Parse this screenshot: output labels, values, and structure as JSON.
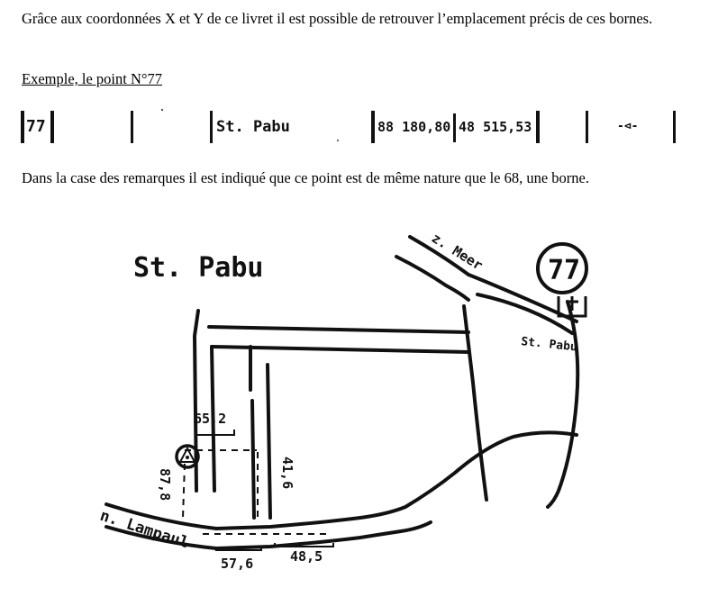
{
  "text": {
    "p1": "Grâce aux coordonnées X et Y de ce livret il est possible de retrouver l’emplacement précis de ces bornes.",
    "p2": "Exemple, le point N°77",
    "p3": "Dans la case des remarques il est indiqué que ce point est de même nature que le 68, une borne."
  },
  "record": {
    "point": "77",
    "place": "St. Pabu",
    "x": "88 180,80",
    "y": "48 515,53",
    "remark": "-⊲-"
  },
  "sketch": {
    "title": "St. Pabu",
    "point_number": "77",
    "road_top": "z. Meer",
    "road_left": "n. Lampaul",
    "sign": "St. Pabu",
    "dims": {
      "top": "65,2",
      "left": "87,8",
      "right": "41,6",
      "bottom_left": "57,6",
      "bottom_right": "48,5"
    }
  }
}
